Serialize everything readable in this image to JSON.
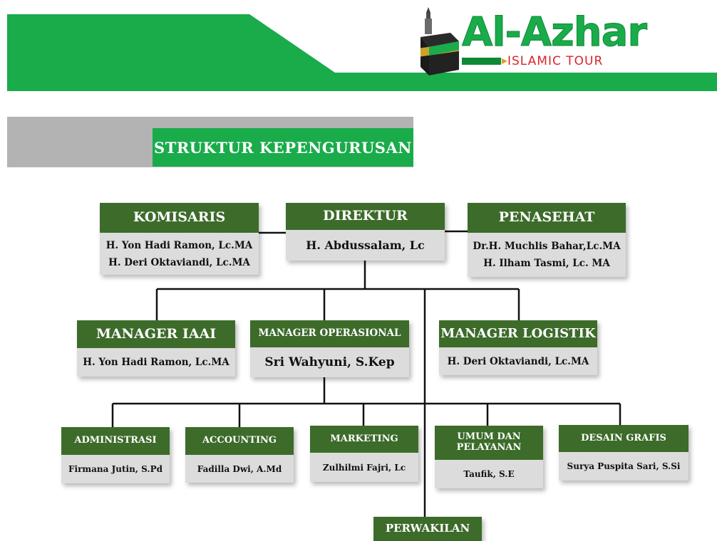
{
  "brand": {
    "name": "Al-Azhar",
    "tagline": "ISLAMIC TOUR",
    "colors": {
      "green": "#1aab4b",
      "dark_green": "#3c6b2a",
      "red": "#d6262b",
      "grey": "#b3b3b3"
    }
  },
  "section_title": "STRUKTUR  KEPENGURUSAN",
  "org": {
    "komisaris": {
      "title": "KOMISARIS",
      "names": [
        "H. Yon Hadi Ramon, Lc.MA",
        "H. Deri Oktaviandi, Lc.MA"
      ]
    },
    "direktur": {
      "title": "DIREKTUR",
      "names": [
        "H. Abdussalam, Lc"
      ]
    },
    "penasehat": {
      "title": "PENASEHAT",
      "names": [
        "Dr.H. Muchlis Bahar,Lc.MA",
        "H. Ilham Tasmi, Lc. MA"
      ]
    },
    "manager_iaai": {
      "title": "MANAGER IAAI",
      "names": [
        "H. Yon Hadi Ramon, Lc.MA"
      ]
    },
    "manager_operasional": {
      "title": "MANAGER OPERASIONAL",
      "names": [
        "Sri Wahyuni, S.Kep"
      ]
    },
    "manager_logistik": {
      "title": "MANAGER LOGISTIK",
      "names": [
        "H. Deri Oktaviandi, Lc.MA"
      ]
    },
    "administrasi": {
      "title": "ADMINISTRASI",
      "names": [
        "Firmana Jutin, S.Pd"
      ]
    },
    "accounting": {
      "title": "ACCOUNTING",
      "names": [
        "Fadilla Dwi, A.Md"
      ]
    },
    "marketing": {
      "title": "MARKETING",
      "names": [
        "Zulhilmi Fajri, Lc"
      ]
    },
    "umum": {
      "title_lines": [
        "UMUM DAN",
        "PELAYANAN"
      ],
      "names": [
        "Taufik, S.E"
      ]
    },
    "desain": {
      "title": "DESAIN GRAFIS",
      "names": [
        "Surya Puspita Sari, S.Si"
      ]
    },
    "perwakilan": {
      "title": "PERWAKILAN"
    }
  }
}
